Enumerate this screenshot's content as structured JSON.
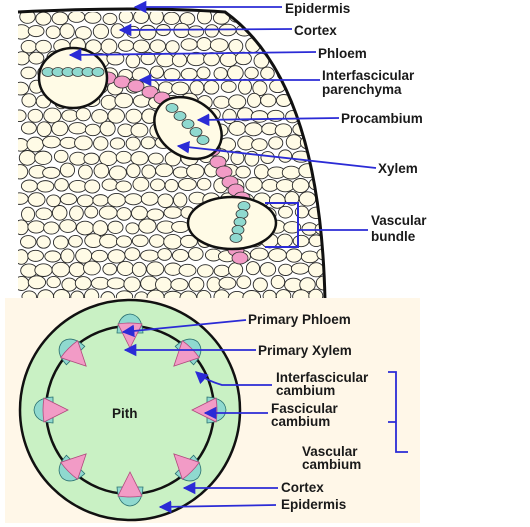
{
  "top_diagram": {
    "labels": {
      "epidermis": "Epidermis",
      "cortex": "Cortex",
      "phloem": "Phloem",
      "interfascicular_line1": "Interfascicular",
      "interfascicular_line2": "parenchyma",
      "procambium": "Procambium",
      "xylem": "Xylem",
      "vascular_line1": "Vascular",
      "vascular_line2": "bundle"
    }
  },
  "bottom_diagram": {
    "labels": {
      "primary_phloem": "Primary Phloem",
      "primary_xylem": "Primary Xylem",
      "interfascicular_line1": "Interfascicular",
      "interfascicular_line2": "cambium",
      "fascicular_line1": "Fascicular",
      "fascicular_line2": "cambium",
      "vascular_line1": "Vascular",
      "vascular_line2": "cambium",
      "cortex": "Cortex",
      "epidermis": "Epidermis",
      "pith": "Pith"
    }
  },
  "colors": {
    "arrow": "#2b2bd6",
    "outline": "#111111",
    "cell_fill": "#fffbe6",
    "xylem_pink": "#f29bc6",
    "phloem_teal": "#8fd9cf",
    "cortex_green": "#c9f1c4",
    "bottom_panel_bg": "#fff7e8"
  }
}
